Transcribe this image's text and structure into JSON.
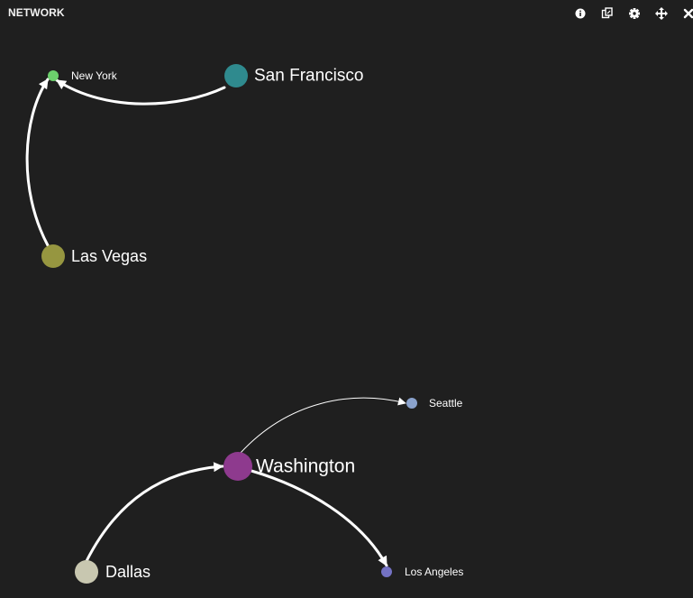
{
  "header": {
    "title": "NETWORK",
    "tools": [
      {
        "name": "info-icon"
      },
      {
        "name": "copy-icon"
      },
      {
        "name": "gear-icon"
      },
      {
        "name": "move-icon"
      },
      {
        "name": "close-icon"
      }
    ]
  },
  "graph": {
    "nodes": [
      {
        "id": "ny",
        "label": "New York",
        "color": "#6ccf6c"
      },
      {
        "id": "sf",
        "label": "San Francisco",
        "color": "#2f8a8e"
      },
      {
        "id": "lv",
        "label": "Las Vegas",
        "color": "#969640"
      },
      {
        "id": "sea",
        "label": "Seattle",
        "color": "#8aa2cc"
      },
      {
        "id": "was",
        "label": "Washington",
        "color": "#8e3a8e"
      },
      {
        "id": "dal",
        "label": "Dallas",
        "color": "#c8c7b0"
      },
      {
        "id": "la",
        "label": "Los Angeles",
        "color": "#7472c4"
      }
    ],
    "edges": [
      {
        "from": "sf",
        "to": "ny"
      },
      {
        "from": "lv",
        "to": "ny"
      },
      {
        "from": "was",
        "to": "sea"
      },
      {
        "from": "dal",
        "to": "was"
      },
      {
        "from": "was",
        "to": "la"
      }
    ]
  }
}
